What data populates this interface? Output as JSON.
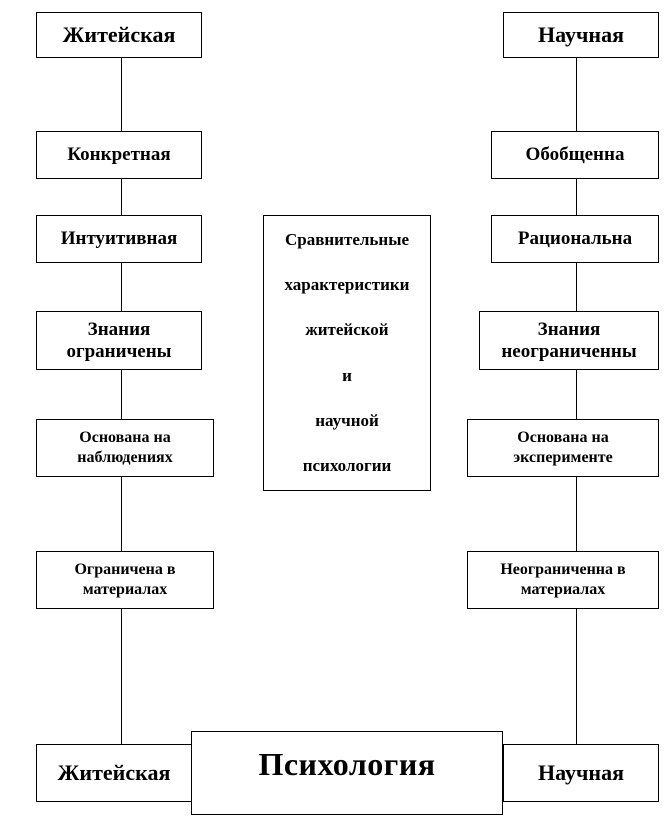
{
  "left_column": {
    "top": "Житейская",
    "items": [
      "Конкретная",
      "Интуитивная",
      "Знания ограничены",
      "Основана на наблюдениях",
      "Ограничена в материалах"
    ],
    "bottom": "Житейская"
  },
  "right_column": {
    "top": "Научная",
    "items": [
      "Обобщенна",
      "Рациональна",
      "Знания неограниченны",
      "Основана на эксперименте",
      "Неограниченна в материалах"
    ],
    "bottom": "Научная"
  },
  "center": {
    "lines": [
      "Сравнительные",
      "характеристики",
      "житейской",
      "и",
      "научной",
      "психологии"
    ]
  },
  "root": {
    "label": "Психология"
  }
}
